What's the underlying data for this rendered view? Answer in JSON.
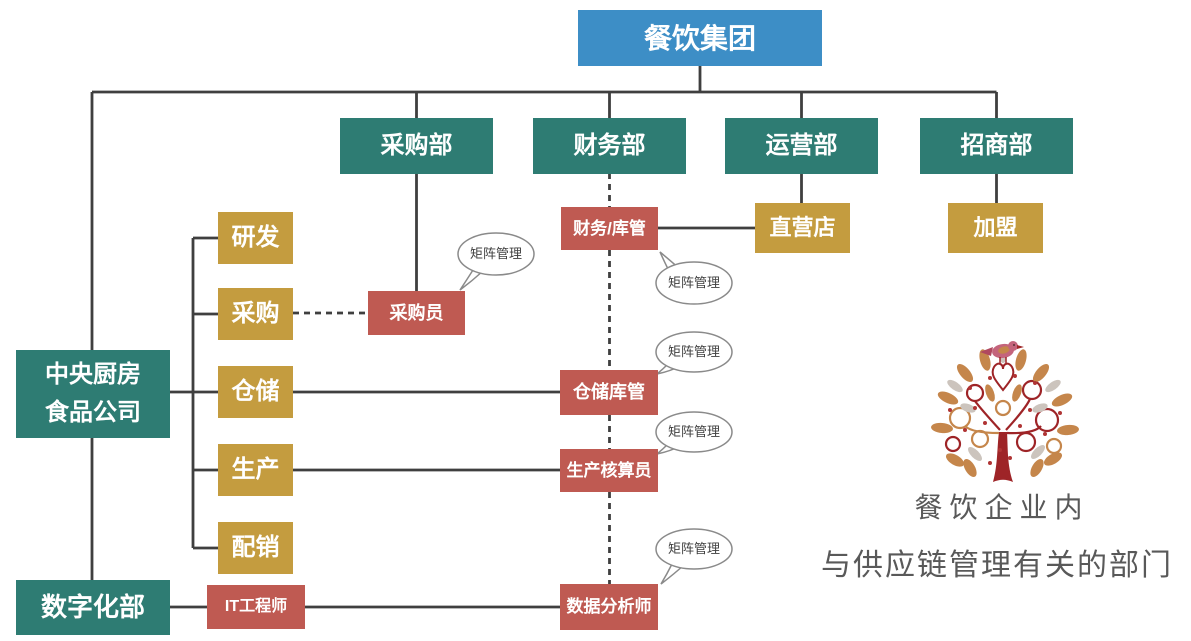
{
  "colors": {
    "root_blue": "#3D8EC6",
    "dept_teal": "#2E7C73",
    "function_gold": "#C49C3F",
    "role_red": "#BF5A52",
    "connector_dark": "#3F3F3F",
    "caption_gray": "#595959"
  },
  "root": {
    "label": "餐饮集团"
  },
  "departments": [
    {
      "label": "采购部"
    },
    {
      "label": "财务部"
    },
    {
      "label": "运营部"
    },
    {
      "label": "招商部"
    }
  ],
  "left_units": {
    "central_kitchen": {
      "lines": [
        "中央厨房",
        "食品公司"
      ]
    },
    "digital": {
      "label": "数字化部"
    }
  },
  "functions": [
    {
      "label": "研发"
    },
    {
      "label": "采购"
    },
    {
      "label": "仓储"
    },
    {
      "label": "生产"
    },
    {
      "label": "配销"
    }
  ],
  "channels": [
    {
      "label": "直营店"
    },
    {
      "label": "加盟"
    }
  ],
  "roles": [
    {
      "label": "采购员"
    },
    {
      "label": "财务/库管"
    },
    {
      "label": "仓储库管"
    },
    {
      "label": "生产核算员"
    },
    {
      "label": "数据分析师"
    },
    {
      "label": "IT工程师"
    }
  ],
  "bubbles": [
    {
      "label": "矩阵管理"
    },
    {
      "label": "矩阵管理"
    },
    {
      "label": "矩阵管理"
    },
    {
      "label": "矩阵管理"
    },
    {
      "label": "矩阵管理"
    }
  ],
  "caption": {
    "line1": "餐饮企业内",
    "line2": "与供应链管理有关的部门"
  }
}
